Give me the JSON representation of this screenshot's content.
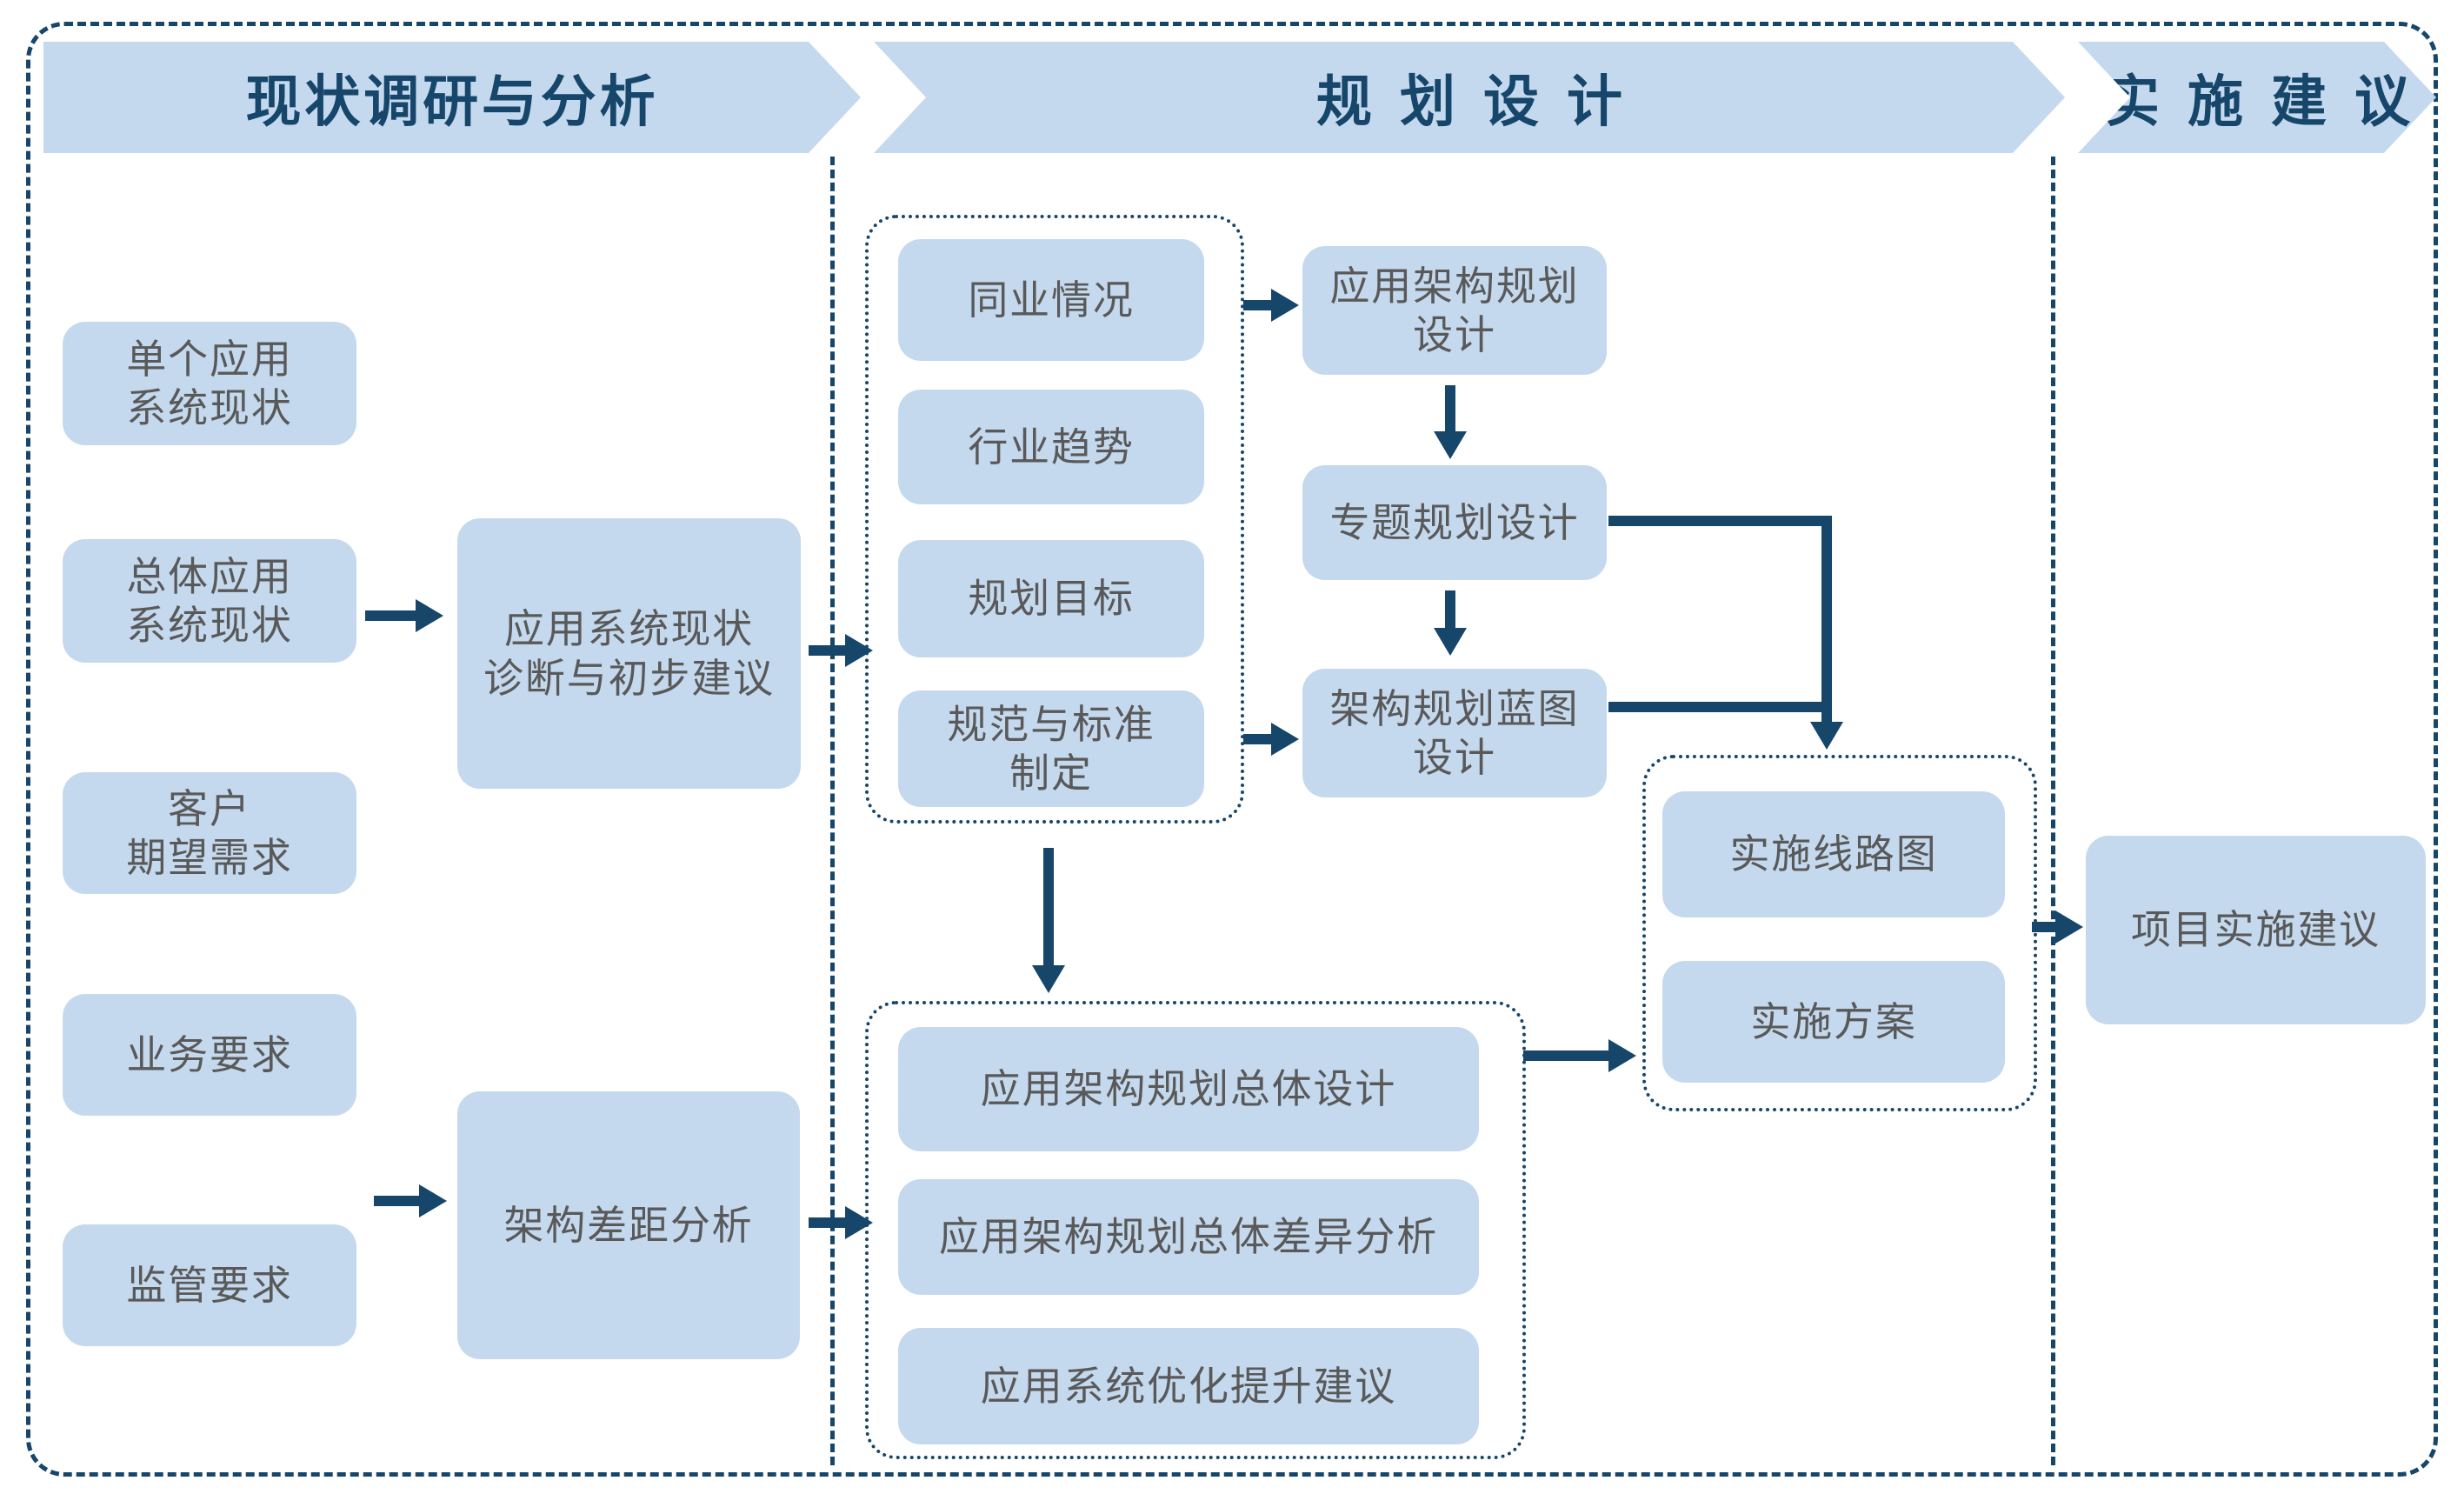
{
  "palette": {
    "navy": "#17466B",
    "box_fill": "#C5D9EE",
    "box_text": "#595959",
    "background": "#FFFFFF"
  },
  "headers": [
    {
      "label": "现状调研与分析"
    },
    {
      "label": "规划设计"
    },
    {
      "label": "实施建议"
    }
  ],
  "survey": {
    "inputs": [
      "单个应用\n系统现状",
      "总体应用\n系统现状",
      "客户\n期望需求",
      "业务要求",
      "监管要求"
    ],
    "diagnosis": "应用系统现状\n诊断与初步建议",
    "gap_analysis": "架构差距分析"
  },
  "planning": {
    "research_group": [
      "同业情况",
      "行业趋势",
      "规划目标",
      "规范与标准\n制定"
    ],
    "arch_design": "应用架构规划\n设计",
    "special_design": "专题规划设计",
    "blueprint_design": "架构规划蓝图\n设计",
    "overall_group": [
      "应用架构规划总体设计",
      "应用架构规划总体差异分析",
      "应用系统优化提升建议"
    ],
    "implementation_group": [
      "实施线路图",
      "实施方案"
    ]
  },
  "recommendation": {
    "project_suggestion": "项目实施建议"
  }
}
